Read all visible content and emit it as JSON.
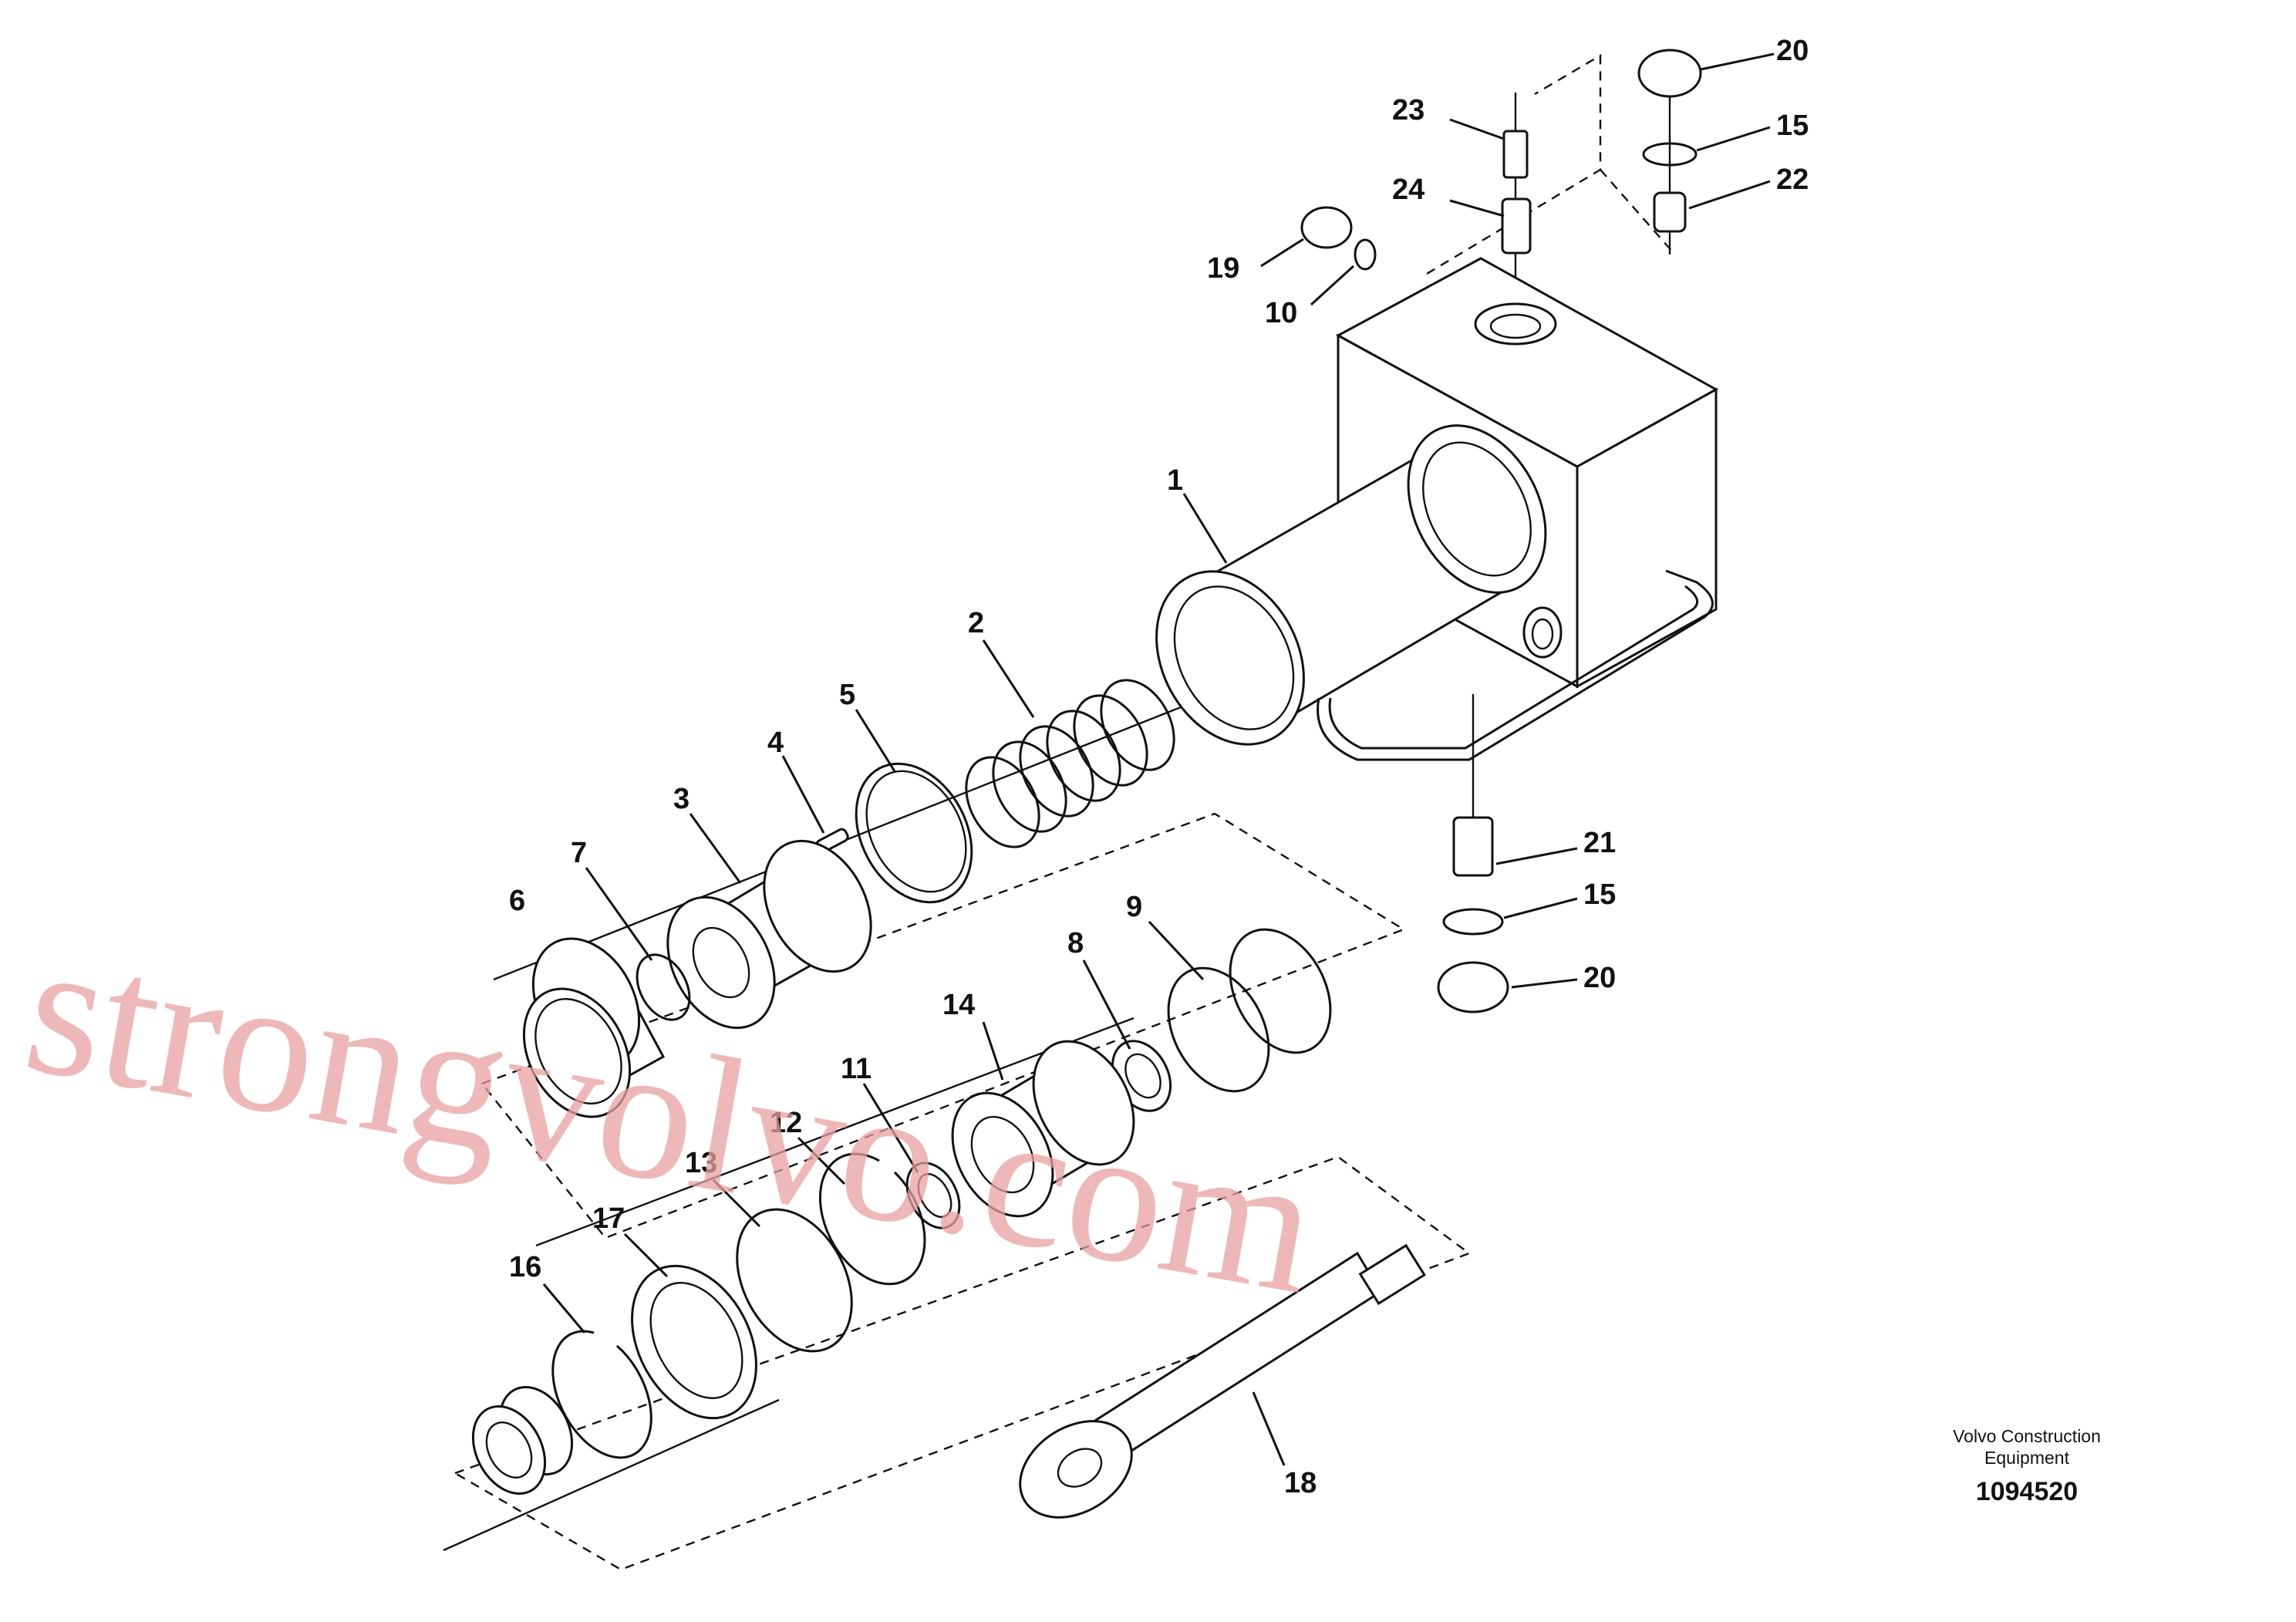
{
  "labels": [
    {
      "id": "1",
      "text": "1"
    },
    {
      "id": "2",
      "text": "2"
    },
    {
      "id": "3",
      "text": "3"
    },
    {
      "id": "4",
      "text": "4"
    },
    {
      "id": "5",
      "text": "5"
    },
    {
      "id": "6",
      "text": "6"
    },
    {
      "id": "7",
      "text": "7"
    },
    {
      "id": "8",
      "text": "8"
    },
    {
      "id": "9",
      "text": "9"
    },
    {
      "id": "10",
      "text": "10"
    },
    {
      "id": "11",
      "text": "11"
    },
    {
      "id": "12",
      "text": "12"
    },
    {
      "id": "13",
      "text": "13"
    },
    {
      "id": "14",
      "text": "14"
    },
    {
      "id": "15a",
      "text": "15"
    },
    {
      "id": "15b",
      "text": "15"
    },
    {
      "id": "16",
      "text": "16"
    },
    {
      "id": "17",
      "text": "17"
    },
    {
      "id": "18",
      "text": "18"
    },
    {
      "id": "19",
      "text": "19"
    },
    {
      "id": "20a",
      "text": "20"
    },
    {
      "id": "20b",
      "text": "20"
    },
    {
      "id": "21",
      "text": "21"
    },
    {
      "id": "22",
      "text": "22"
    },
    {
      "id": "23",
      "text": "23"
    },
    {
      "id": "24",
      "text": "24"
    }
  ],
  "brand": {
    "line1": "Volvo Construction",
    "line2": "Equipment"
  },
  "drawing_number": "1094520",
  "watermark": "strongvolvo.com"
}
